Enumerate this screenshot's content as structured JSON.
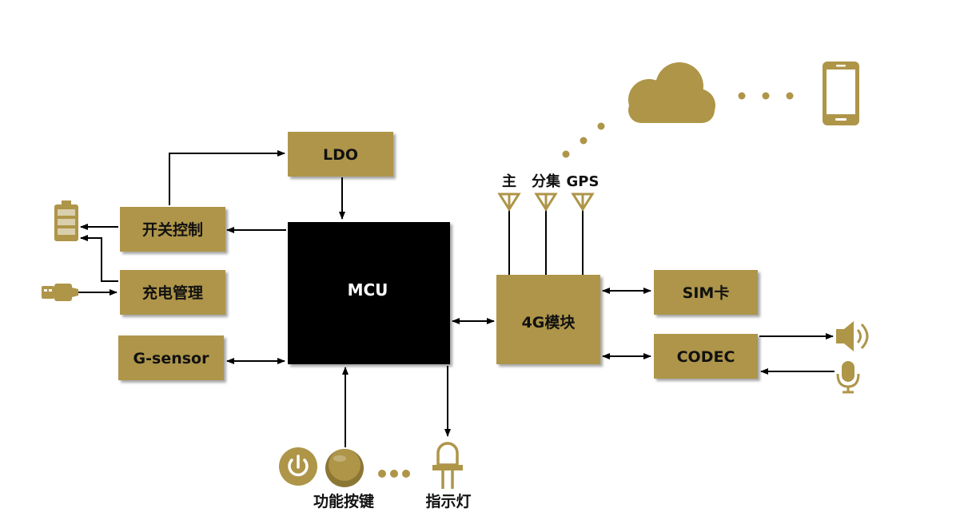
{
  "colors": {
    "box_fill": "#ae9548",
    "icon_fill": "#ae9548",
    "mcu_fill": "#000000",
    "line": "#000000",
    "background": "#ffffff"
  },
  "blocks": {
    "ldo": "LDO",
    "switch_control": "开关控制",
    "charge_management": "充电管理",
    "g_sensor": "G-sensor",
    "mcu": "MCU",
    "module_4g": "4G模块",
    "sim_card": "SIM卡",
    "codec": "CODEC"
  },
  "antennas": {
    "main": "主",
    "diversity": "分集",
    "gps": "GPS"
  },
  "captions": {
    "function_keys": "功能按键",
    "indicator_light": "指示灯"
  },
  "icons": [
    "battery-icon",
    "usb-plug-icon",
    "cloud-icon",
    "phone-icon",
    "antenna-icon",
    "speaker-icon",
    "microphone-icon",
    "power-button-icon",
    "round-button-icon",
    "led-icon"
  ]
}
